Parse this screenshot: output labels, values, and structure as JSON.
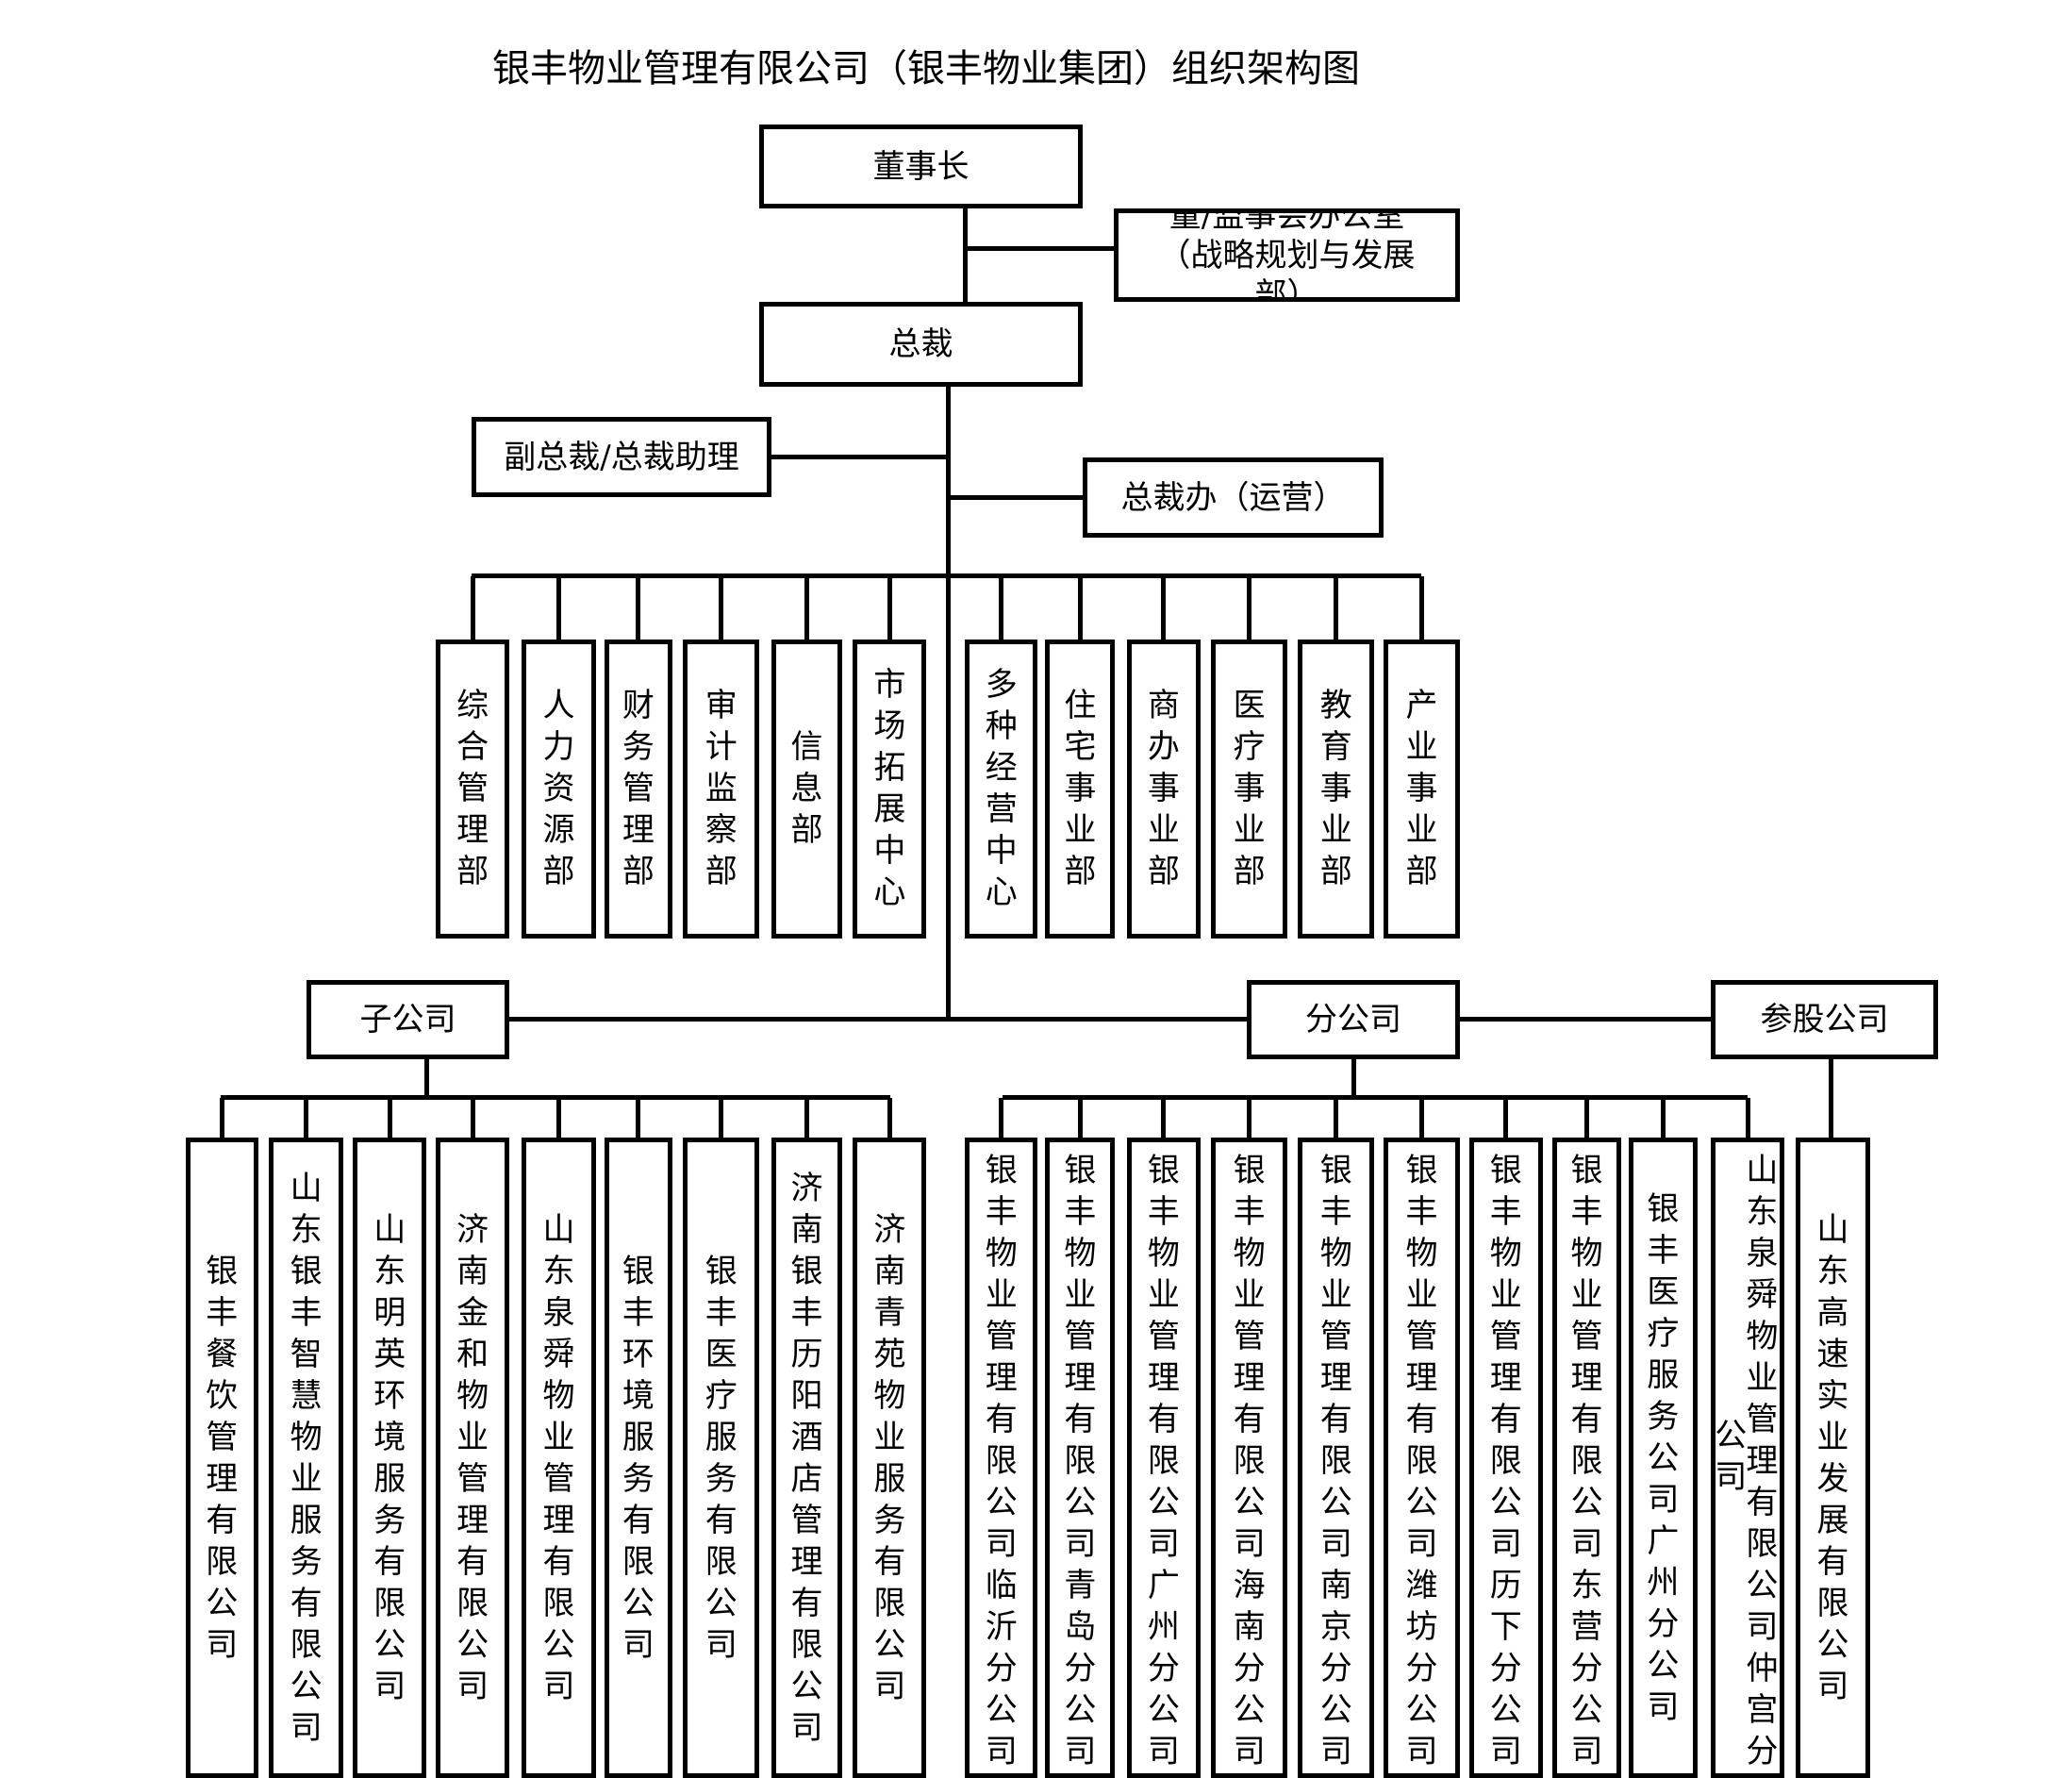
{
  "title": "银丰物业管理有限公司（银丰物业集团）组织架构图",
  "chairman": "董事长",
  "board_office": "董/监事会办公室（战略规划与发展部）",
  "president": "总裁",
  "vice_president": "副总裁/总裁助理",
  "president_office": "总裁办（运营）",
  "departments": [
    "综合管理部",
    "人力资源部",
    "财务管理部",
    "审计监察部",
    "信息部",
    "市场拓展中心",
    "多种经营中心",
    "住宅事业部",
    "商办事业部",
    "医疗事业部",
    "教育事业部",
    "产业事业部"
  ],
  "subsidiary_label": "子公司",
  "branch_label": "分公司",
  "equity_label": "参股公司",
  "subsidiaries": [
    "银丰餐饮管理有限公司",
    "山东银丰智慧物业服务有限公司",
    "山东明英环境服务有限公司",
    "济南金和物业管理有限公司",
    "山东泉舜物业管理有限公司",
    "银丰环境服务有限公司",
    "银丰医疗服务有限公司",
    "济南银丰历阳酒店管理有限公司",
    "济南青苑物业服务有限公司"
  ],
  "branches": [
    "银丰物业管理有限公司临沂分公司",
    "银丰物业管理有限公司青岛分公司",
    "银丰物业管理有限公司广州分公司",
    "银丰物业管理有限公司海南分公司",
    "银丰物业管理有限公司南京分公司",
    "银丰物业管理有限公司潍坊分公司",
    "银丰物业管理有限公司历下分公司",
    "银丰物业管理有限公司东营分公司",
    "银丰医疗服务公司广州分公司",
    "山东泉舜物业管理有限公司仲宫分"
  ],
  "branch_overflow": "公司",
  "equity_companies": [
    "山东高速实业发展有限公司"
  ]
}
